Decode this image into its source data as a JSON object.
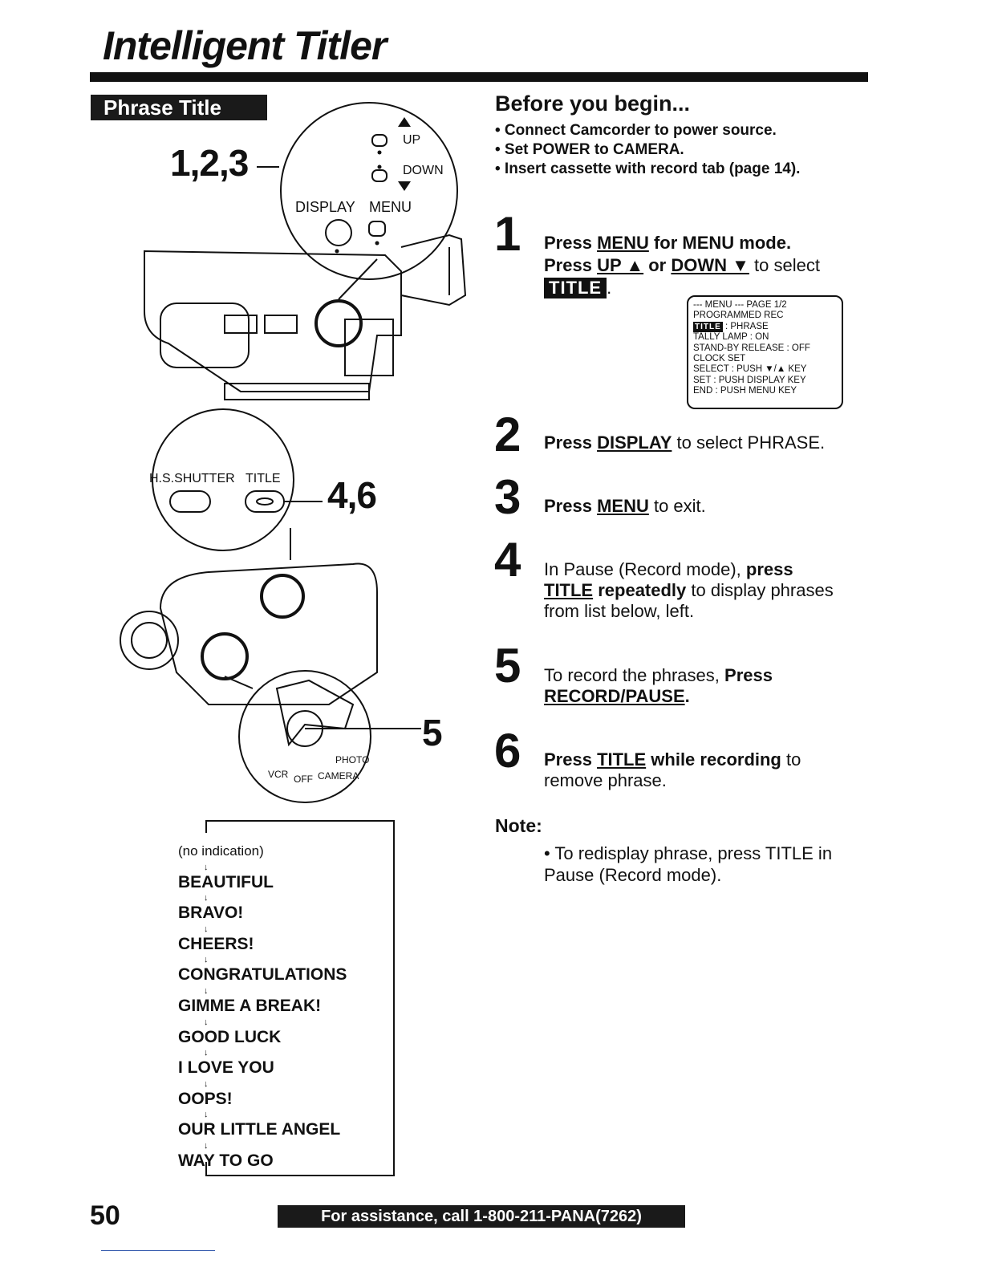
{
  "header": {
    "title": "Intelligent Titler"
  },
  "section": {
    "banner": "Phrase Title"
  },
  "callouts": {
    "a": "1,2,3",
    "b": "4,6",
    "c": "5"
  },
  "diagram_labels": {
    "up": "UP",
    "down": "DOWN",
    "display": "DISPLAY",
    "menu": "MENU",
    "hs_shutter": "H.S.SHUTTER",
    "title": "TITLE",
    "vcr": "VCR",
    "off": "OFF",
    "camera": "CAMERA",
    "photo": "PHOTO"
  },
  "before": {
    "heading": "Before you begin...",
    "items": [
      "• Connect Camcorder to power source.",
      "• Set POWER to CAMERA.",
      "• Insert cassette with record tab (page 14)."
    ]
  },
  "steps": {
    "s1": {
      "num": "1",
      "a": "Press ",
      "a_u": "MENU",
      "a2": " for MENU mode.",
      "b": "Press ",
      "b_u1": "UP ▲",
      "b_or": " or ",
      "b_u2": "DOWN ▼",
      "b2": " to select",
      "tag": "TITLE"
    },
    "s2": {
      "num": "2",
      "a": "Press ",
      "a_u": "DISPLAY",
      "a2": " to select PHRASE."
    },
    "s3": {
      "num": "3",
      "a": "Press ",
      "a_u": "MENU",
      "a2": " to exit."
    },
    "s4": {
      "num": "4",
      "l1a": "In Pause (Record mode), ",
      "l1b": "press",
      "l2u": "TITLE",
      "l2b": " repeatedly",
      "l2c": " to display phrases",
      "l3": "from list below, left."
    },
    "s5": {
      "num": "5",
      "l1a": "To record the phrases, ",
      "l1b": "Press",
      "l2u": "RECORD/PAUSE",
      "l2b": "."
    },
    "s6": {
      "num": "6",
      "l1a": "Press ",
      "l1u": "TITLE",
      "l1b": " while recording",
      "l1c": " to",
      "l2": "remove phrase."
    }
  },
  "menu_screen": {
    "line1": "--- MENU ---   PAGE 1/2",
    "line2": "PROGRAMMED REC",
    "line3_tag": "TITLE",
    "line3": "       : PHRASE",
    "line4": "TALLY LAMP           : ON",
    "line5": "STAND-BY RELEASE  : OFF",
    "line6": "CLOCK SET",
    "line7": "SELECT : PUSH ▼/▲ KEY",
    "line8": "SET      : PUSH DISPLAY KEY",
    "line9": "END      : PUSH MENU KEY"
  },
  "note": {
    "heading": "Note:",
    "text": "• To redisplay phrase, press TITLE in Pause (Record mode)."
  },
  "phrases": [
    "(no indication)",
    "BEAUTIFUL",
    "BRAVO!",
    "CHEERS!",
    "CONGRATULATIONS",
    "GIMME  A  BREAK!",
    "GOOD  LUCK",
    "I  LOVE  YOU",
    "OOPS!",
    "OUR  LITTLE  ANGEL",
    "WAY  TO  GO"
  ],
  "footer": {
    "page_number": "50",
    "assistance": "For assistance, call 1-800-211-PANA(7262)"
  }
}
